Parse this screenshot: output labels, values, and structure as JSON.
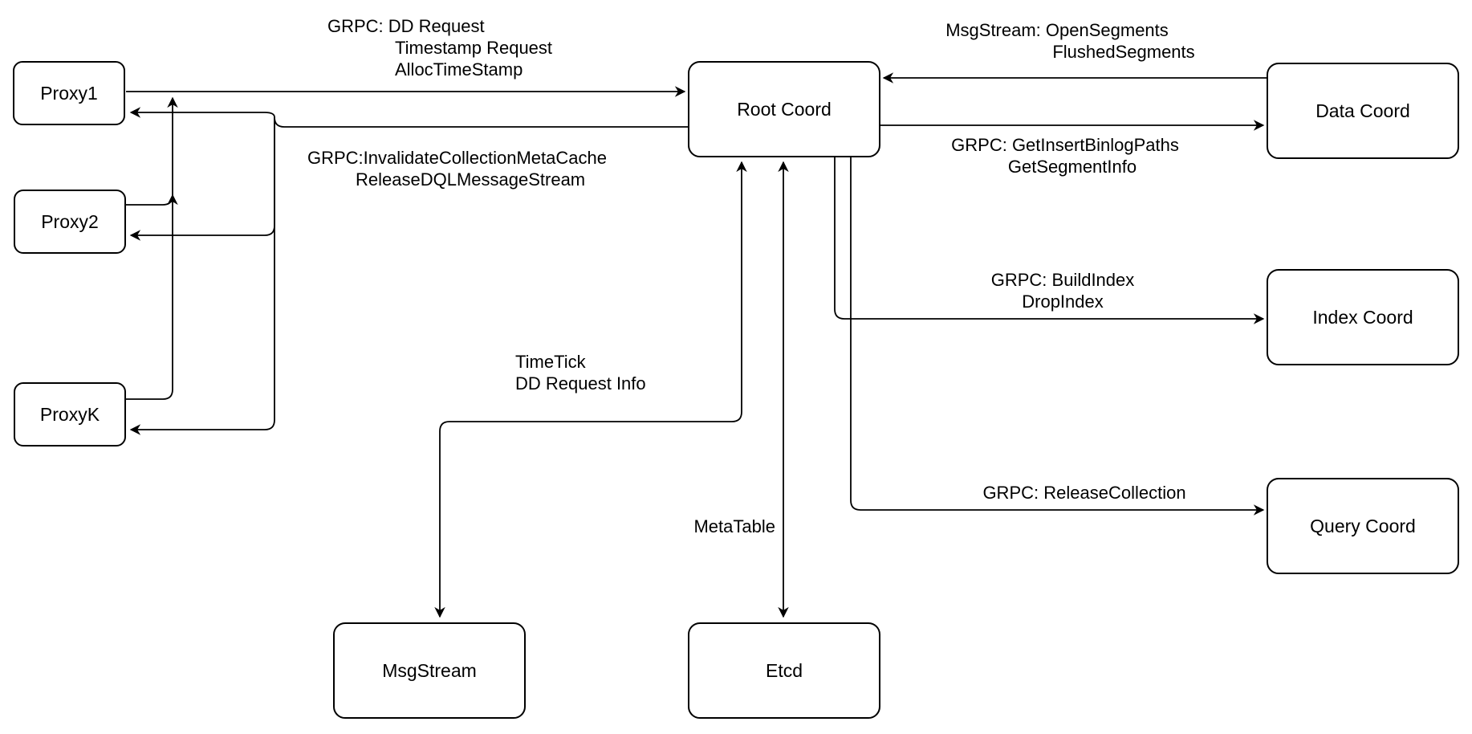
{
  "colors": {
    "stroke": "#000000",
    "node_fill": "#ffffff",
    "text": "#000000",
    "background": "#ffffff"
  },
  "nodes": {
    "proxy1": {
      "label": "Proxy1"
    },
    "proxy2": {
      "label": "Proxy2"
    },
    "proxyk": {
      "label": "ProxyK"
    },
    "root_coord": {
      "label": "Root Coord"
    },
    "data_coord": {
      "label": "Data Coord"
    },
    "index_coord": {
      "label": "Index Coord"
    },
    "query_coord": {
      "label": "Query Coord"
    },
    "msg_stream": {
      "label": "MsgStream"
    },
    "etcd": {
      "label": "Etcd"
    }
  },
  "edge_labels": {
    "proxies_to_root": {
      "lines": [
        "GRPC: DD Request",
        "Timestamp Request",
        "AllocTimeStamp"
      ]
    },
    "root_to_proxies": {
      "lines": [
        "GRPC:InvalidateCollectionMetaCache",
        "ReleaseDQLMessageStream"
      ]
    },
    "data_to_root": {
      "lines": [
        "MsgStream: OpenSegments",
        "FlushedSegments"
      ]
    },
    "root_to_data": {
      "lines": [
        "GRPC: GetInsertBinlogPaths",
        "GetSegmentInfo"
      ]
    },
    "root_to_index": {
      "lines": [
        "GRPC: BuildIndex",
        "DropIndex"
      ]
    },
    "root_to_query": {
      "lines": [
        "GRPC: ReleaseCollection"
      ]
    },
    "root_to_msgstream": {
      "lines": [
        "TimeTick",
        "DD Request Info"
      ]
    },
    "root_to_etcd": {
      "lines": [
        "MetaTable"
      ]
    }
  },
  "edges": [
    {
      "from": "proxy1",
      "to": "root_coord",
      "label": "GRPC: DD Request / Timestamp Request / AllocTimeStamp",
      "arrow": "single"
    },
    {
      "from": "proxy2",
      "to": "proxies_trunk",
      "label": "",
      "arrow": "single"
    },
    {
      "from": "proxyk",
      "to": "proxies_trunk",
      "label": "",
      "arrow": "single"
    },
    {
      "from": "root_coord",
      "to": "proxy1",
      "label": "GRPC:InvalidateCollectionMetaCache / ReleaseDQLMessageStream",
      "arrow": "single"
    },
    {
      "from": "root_coord",
      "to": "proxy2",
      "label": "",
      "arrow": "single"
    },
    {
      "from": "root_coord",
      "to": "proxyk",
      "label": "",
      "arrow": "single"
    },
    {
      "from": "data_coord",
      "to": "root_coord",
      "label": "MsgStream: OpenSegments / FlushedSegments",
      "arrow": "single"
    },
    {
      "from": "root_coord",
      "to": "data_coord",
      "label": "GRPC: GetInsertBinlogPaths / GetSegmentInfo",
      "arrow": "single"
    },
    {
      "from": "root_coord",
      "to": "index_coord",
      "label": "GRPC: BuildIndex / DropIndex",
      "arrow": "single"
    },
    {
      "from": "root_coord",
      "to": "query_coord",
      "label": "GRPC: ReleaseCollection",
      "arrow": "single"
    },
    {
      "from": "root_coord",
      "to": "msg_stream",
      "label": "TimeTick / DD Request Info",
      "arrow": "double"
    },
    {
      "from": "root_coord",
      "to": "etcd",
      "label": "MetaTable",
      "arrow": "double"
    }
  ]
}
